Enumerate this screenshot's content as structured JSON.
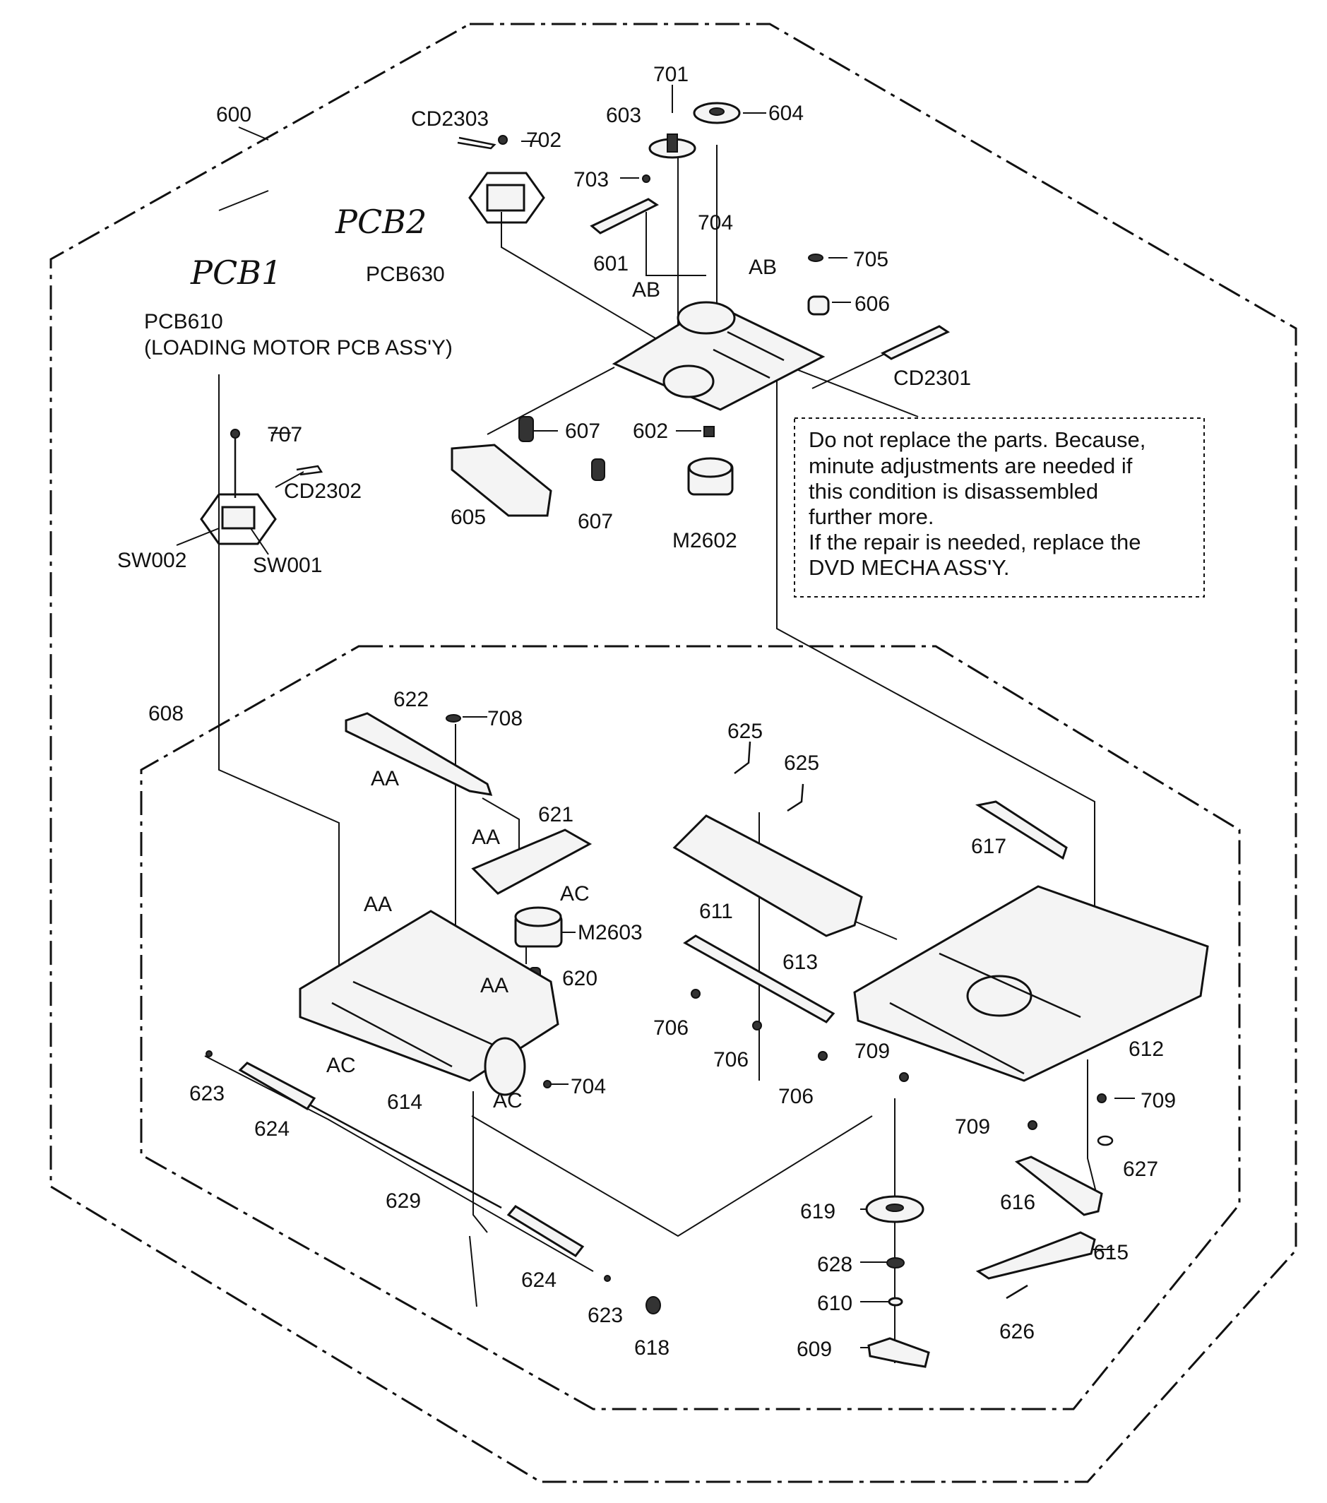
{
  "assembly_labels": {
    "a600": "600",
    "a608": "608"
  },
  "handwritten": {
    "pcb1": "PCB1",
    "pcb2": "PCB2"
  },
  "board_labels": {
    "pcb610": "PCB610",
    "pcb610_desc": "(LOADING MOTOR PCB ASS'Y)",
    "pcb630": "PCB630"
  },
  "part_labels": {
    "p701": "701",
    "p702": "702",
    "p703": "703",
    "p704a": "704",
    "p704b": "704",
    "p705": "705",
    "p706a": "706",
    "p706b": "706",
    "p706c": "706",
    "p707": "707",
    "p708": "708",
    "p709a": "709",
    "p709b": "709",
    "p709c": "709",
    "p601": "601",
    "p602": "602",
    "p603": "603",
    "p604": "604",
    "p605": "605",
    "p606": "606",
    "p607a": "607",
    "p607b": "607",
    "p609": "609",
    "p610": "610",
    "p611": "611",
    "p612": "612",
    "p613": "613",
    "p614": "614",
    "p615": "615",
    "p616": "616",
    "p617": "617",
    "p618": "618",
    "p619": "619",
    "p620": "620",
    "p621": "621",
    "p622": "622",
    "p623a": "623",
    "p623b": "623",
    "p624a": "624",
    "p624b": "624",
    "p625a": "625",
    "p625b": "625",
    "p626": "626",
    "p627": "627",
    "p628": "628",
    "p629": "629",
    "cd2301": "CD2301",
    "cd2302": "CD2302",
    "cd2303": "CD2303",
    "sw001": "SW001",
    "sw002": "SW002",
    "m2602": "M2602",
    "m2603": "M2603",
    "ab1": "AB",
    "ab2": "AB",
    "aa1": "AA",
    "aa2": "AA",
    "aa3": "AA",
    "aa4": "AA",
    "ac1": "AC",
    "ac2": "AC",
    "ac3": "AC"
  },
  "note": {
    "lines": [
      "Do not replace the parts. Because,",
      "minute adjustments are needed if",
      "this condition is disassembled",
      "further more.",
      "If the repair is needed, replace the",
      "DVD MECHA ASS'Y."
    ]
  }
}
